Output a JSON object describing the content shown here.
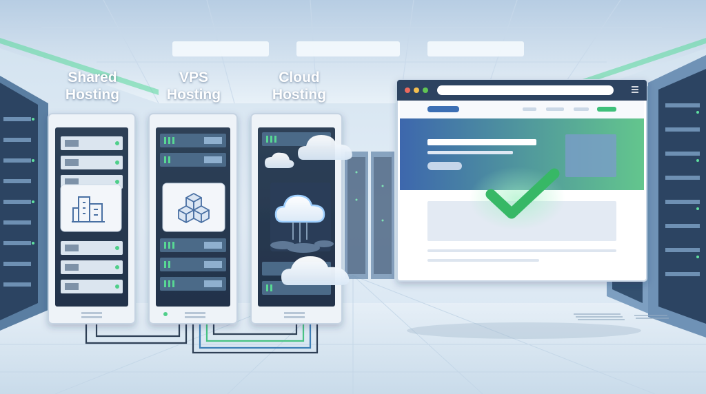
{
  "labels": {
    "shared": "Shared\nHosting",
    "vps": "VPS\nHosting",
    "cloud": "Cloud\nHosting"
  },
  "icons": {
    "shared": "building-icon",
    "vps": "cubes-icon",
    "cloud": "cloud-icon",
    "check": "checkmark-icon",
    "menu": "hamburger-menu-icon"
  },
  "colors": {
    "accent_green": "#3fc07a",
    "accent_blue": "#3c6fb4",
    "rack_dark": "#2c3d52",
    "check_green": "#37b866",
    "dot_red": "#ec6a5e",
    "dot_yellow": "#f4bf4f",
    "dot_green": "#61c554"
  }
}
